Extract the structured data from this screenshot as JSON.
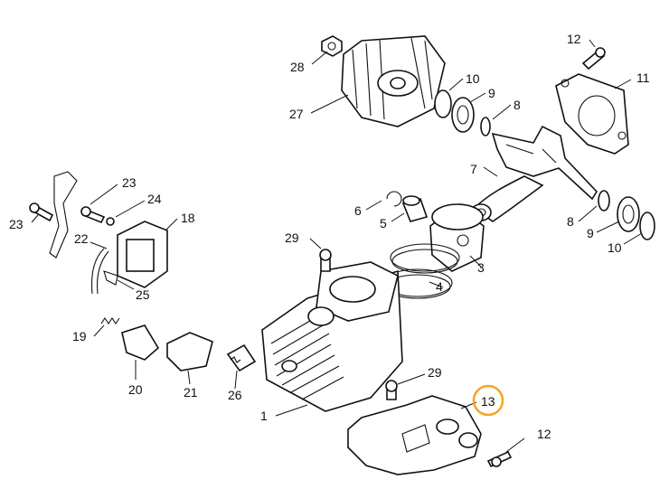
{
  "labels": {
    "p1": "1",
    "p3": "3",
    "p4": "4",
    "p5": "5",
    "p6": "6",
    "p7": "7",
    "p8_top": "8",
    "p8_bottom": "8",
    "p9_top": "9",
    "p9_bottom": "9",
    "p10_top": "10",
    "p10_bottom": "10",
    "p11": "11",
    "p12_top": "12",
    "p12_bottom": "12",
    "p13": "13",
    "p18": "18",
    "p19": "19",
    "p20": "20",
    "p21": "21",
    "p22": "22",
    "p23_left": "23",
    "p23_top": "23",
    "p24": "24",
    "p25": "25",
    "p26": "26",
    "p27": "27",
    "p28": "28",
    "p29_top": "29",
    "p29_right": "29"
  },
  "highlight": {
    "part": "13",
    "color": "#f5a623"
  }
}
